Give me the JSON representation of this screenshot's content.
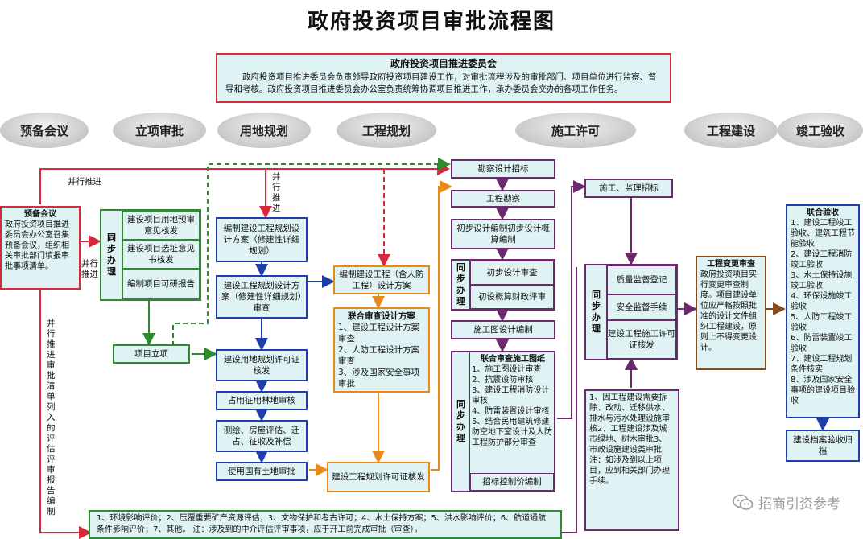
{
  "title": "政府投资项目审批流程图",
  "committee": {
    "heading": "政府投资项目推进委员会",
    "body": "政府投资项目推进委员会负责领导政府投资项目建设工作，对审批流程涉及的审批部门、项目单位进行监察、督导和考核。政府投资项目推进委员会办公室负责统筹协调项目推进工作，承办委员会交办的各项工作任务。"
  },
  "stages": [
    "预备会议",
    "立项审批",
    "用地规划",
    "工程规划",
    "施工许可",
    "工程建设",
    "竣工验收"
  ],
  "labels": {
    "parallel1": "并行推进",
    "parallel_v1": "并行推进",
    "parallel_v2": "并行推进",
    "parallel_long": "并行推进审批清单列入的评估评审报告编制",
    "sync": "同步办理"
  },
  "prep": {
    "heading": "预备会议",
    "body": "政府投资项目推进委员会办公室召集预备会议，组织相关审批部门填报审批事项清单。"
  },
  "approval": {
    "items": [
      "建设项目用地预审意见核发",
      "建设项目选址意见书核发",
      "编制项目可研报告"
    ],
    "project": "项目立项"
  },
  "land": {
    "plan": "编制建设工程规划设计方案（修建性详细规划）",
    "review": "建设工程规划设计方案（修建性详细规划）审查",
    "permit": "建设用地规划许可证核发",
    "occupy": "占用征用林地审核",
    "survey": "测绘、房屋评估、迁占、征收及补偿",
    "state": "使用国有土地审批"
  },
  "eng": {
    "design": "编制建设工程（含人防工程）设计方案",
    "joint_heading": "联合审查设计方案",
    "joint_items": [
      "1、建设工程设计方案审查",
      "2、人防工程设计方案审查",
      "3、涉及国家安全事项审批"
    ],
    "permit": "建设工程规划许可证核发"
  },
  "construct": {
    "bid": "勘察设计招标",
    "survey": "工程勘察",
    "prelim": "初步设计编制初步设计概算编制",
    "prelim_review": "初步设计审查",
    "budget_review": "初设概算财政评审",
    "drawing": "施工图设计编制",
    "joint_heading": "联合审查施工图纸",
    "joint_items": [
      "1、施工图设计审查",
      "2、抗震设防审核",
      "3、建设工程消防设计审核",
      "4、防雷装置设计审核",
      "5、结合民用建筑修建防空地下室设计及人防工程防护部分审查"
    ],
    "price": "招标控制价编制"
  },
  "permit": {
    "bid": "施工、监理招标",
    "items": [
      "质量监督登记",
      "安全监督手续",
      "建设工程施工许可证核发"
    ],
    "notes": "1、因工程建设需要拆除、改动、迁移供水、排水与污水处理设施审核2、工程建设涉及城市绿地、树木审批3、市政设施建设类审批注：如涉及到以上项目，应到相关部门办理手续。"
  },
  "change": {
    "heading": "工程变更审查",
    "body": "政府投资项目实行变更审查制度。项目建设单位应严格按照批准的设计文件组织工程建设，原则上不得变更设计。"
  },
  "accept": {
    "heading": "联合验收",
    "items": [
      "1、建设工程竣工验收、建筑工程节能验收",
      "2、建设工程消防竣工验收",
      "3、水土保持设施竣工验收",
      "4、环保设施竣工验收",
      "5、人防工程竣工验收",
      "6、防雷装置竣工验收",
      "7、建设工程规划条件核实",
      "8、涉及国家安全事项的建设项目验收"
    ],
    "archive": "建设档案验收归档"
  },
  "bottom": "1、环境影响评价；2、压覆重要矿产资源评估；3、文物保护和考古许可；4、水土保持方案；5、洪水影响评价；6、航道通航条件影响评价；7、其他。 注：涉及到的中介评估评审事项，应于开工前完成审批（审查）。",
  "watermark": "招商引资参考",
  "colors": {
    "red": "#d62a3a",
    "navy": "#1f3ea8",
    "green": "#2e8b2e",
    "orange": "#e8891c",
    "purple": "#6b2a6b",
    "brown": "#8b4a1a",
    "fill": "#dff3f4"
  }
}
